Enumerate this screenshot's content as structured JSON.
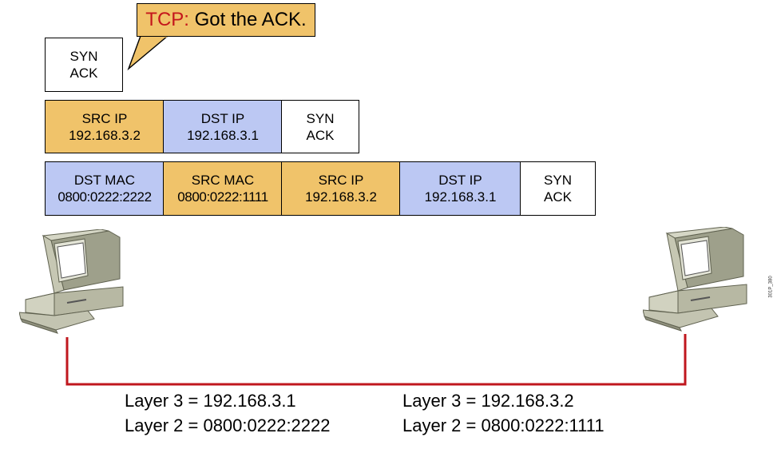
{
  "callout": {
    "protocol": "TCP:",
    "message": "Got the ACK."
  },
  "layer4_segment": [
    {
      "line1": "SYN",
      "line2": "ACK",
      "fill": "#ffffff"
    }
  ],
  "layer3_packet": [
    {
      "line1": "SRC IP",
      "line2": "192.168.3.2",
      "fill": "#f0c36a"
    },
    {
      "line1": "DST IP",
      "line2": "192.168.3.1",
      "fill": "#bcc8f3"
    },
    {
      "line1": "SYN",
      "line2": "ACK",
      "fill": "#ffffff"
    }
  ],
  "layer2_frame": [
    {
      "line1": "DST MAC",
      "line2": "0800:0222:2222",
      "fill": "#bcc8f3"
    },
    {
      "line1": "SRC MAC",
      "line2": "0800:0222:1111",
      "fill": "#f0c36a"
    },
    {
      "line1": "SRC IP",
      "line2": "192.168.3.2",
      "fill": "#f0c36a"
    },
    {
      "line1": "DST IP",
      "line2": "192.168.3.1",
      "fill": "#bcc8f3"
    },
    {
      "line1": "SYN",
      "line2": "ACK",
      "fill": "#ffffff"
    }
  ],
  "left_host": {
    "layer3": "Layer 3 = 192.168.3.1",
    "layer2": "Layer 2 = 0800:0222:2222"
  },
  "right_host": {
    "layer3": "Layer 3 = 192.168.3.2",
    "layer2": "Layer 2 = 0800:0222:1111"
  },
  "figure_code": "301P_380",
  "colors": {
    "link": "#c0171e",
    "orange": "#f0c36a",
    "blue": "#bcc8f3"
  }
}
